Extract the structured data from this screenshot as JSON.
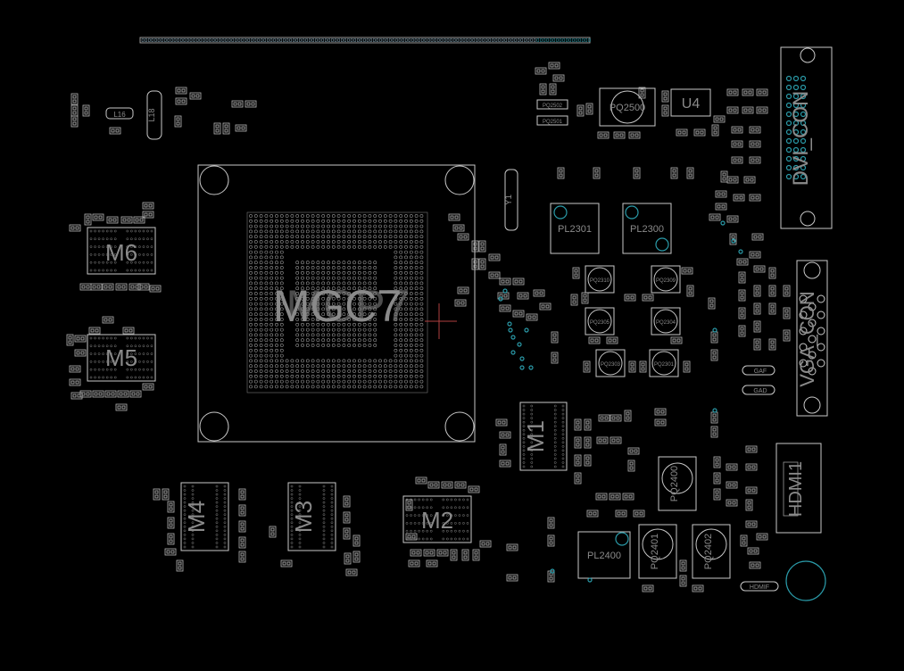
{
  "board": {
    "background": "#000000",
    "outline_color": "#c8c8c8",
    "label_color": "#8a8a8a",
    "accent_color": "#2a9aa8",
    "cursor_color": "#b04040"
  },
  "labels": {
    "cpu": "MGC7",
    "cpu_alt": "MCP7",
    "m6": "M6",
    "m5": "M5",
    "m4": "M4",
    "m3": "M3",
    "m2": "M2",
    "m1": "M1",
    "dvi": "DVI_CON",
    "vga": "VGA_CON",
    "hdmi": "HDMI1",
    "u4": "U4",
    "pq2500": "PQ2500",
    "pl2301": "PL2301",
    "pl2300": "PL2300",
    "pl2400": "PL2400",
    "pq2400": "PQ2400",
    "pq2401": "PQ2401",
    "pq2402": "PQ2402",
    "pq2310": "PQ2310",
    "pq2309": "PQ2309",
    "pq2305": "PQ2305",
    "pq2304": "PQ2304",
    "pq2303": "PQ2303",
    "pq2301": "PQ2301",
    "y1": "Y1",
    "l18": "L18",
    "l16": "L16",
    "gaf": "GAF",
    "gad": "GAD",
    "hdmif": "HDMIF",
    "pq2502": "PQ2502",
    "pq2501": "PQ2501"
  }
}
